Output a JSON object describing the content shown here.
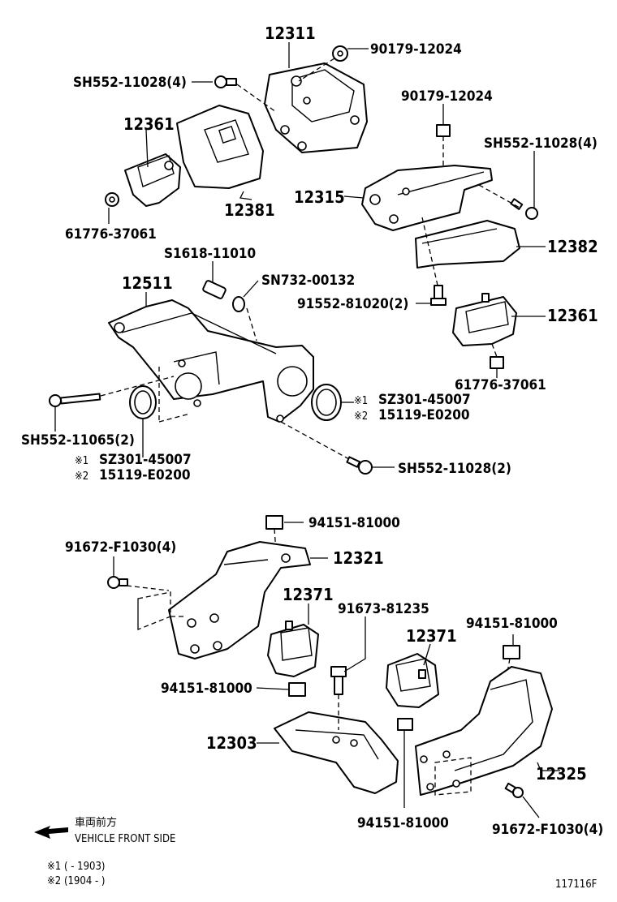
{
  "labels": {
    "l12311": "12311",
    "l90179_top": "90179-12024",
    "lsh552_a": "SH552-11028(4)",
    "l12361_a": "12361",
    "l12381": "12381",
    "l61776_a": "61776-37061",
    "l90179_right": "90179-12024",
    "lsh552_b": "SH552-11028(4)",
    "l12315": "12315",
    "l12382": "12382",
    "ls1618": "S1618-11010",
    "lsn732": "SN732-00132",
    "l12511": "12511",
    "l91552": "91552-81020(2)",
    "l12361_b": "12361",
    "l61776_b": "61776-37061",
    "mark1": "※1",
    "mark2": "※2",
    "lsz301": "SZ301-45007",
    "l15119": "15119-E0200",
    "lsh552_11065": "SH552-11065(2)",
    "lsh552_c": "SH552-11028(2)",
    "l94151": "94151-81000",
    "l91672": "91672-F1030(4)",
    "l12321": "12321",
    "l12371": "12371",
    "l91673": "91673-81235",
    "l12303": "12303",
    "l12325": "12325"
  },
  "footer": {
    "front_jp": "車両前方",
    "front_en": "VEHICLE FRONT SIDE",
    "note1": "※1 (        - 1903)",
    "note2": "※2 (1904 -        )",
    "diagram_id": "117116F"
  },
  "icons": {
    "front_arrow": "front-arrow-icon"
  }
}
